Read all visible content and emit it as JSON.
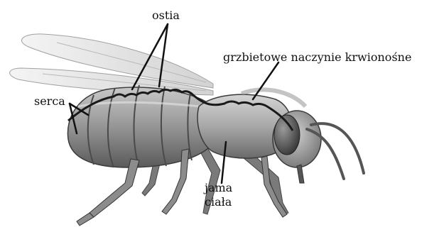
{
  "labels": {
    "ostia": "ostia",
    "vessel": "grzbietowe naczynie krwionośne",
    "hearts": "serca",
    "cavity_line1": "jama",
    "cavity_line2": "ciała"
  },
  "colors": {
    "background": "#ffffff",
    "ink": "#111111",
    "body_dark": "#6e6e6e",
    "body_light": "#bdbdbd",
    "wing": "#d9d9d9"
  }
}
